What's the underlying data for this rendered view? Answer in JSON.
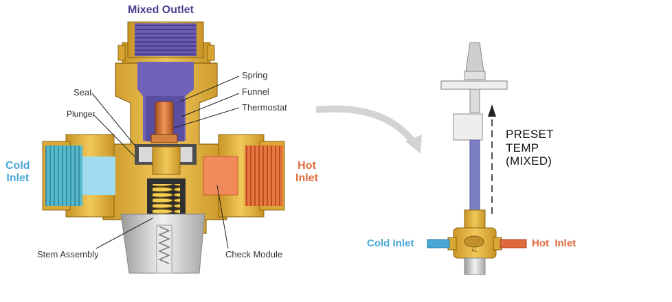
{
  "colors": {
    "brass": "#e4b43a",
    "brass_dark": "#b8861d",
    "cold": "#4aa8d8",
    "hot": "#e06a3a",
    "mixed": "#5d4fa3",
    "preset_arrow": "#222222"
  },
  "cutaway": {
    "title": "Mixed Outlet",
    "cold_inlet": "Cold\nInlet",
    "hot_inlet": "Hot\nInlet",
    "callouts": {
      "spring": "Spring",
      "funnel": "Funnel",
      "thermostat": "Thermostat",
      "seat": "Seat",
      "plunger": "Plunger",
      "stem_assembly": "Stem Assembly",
      "check_module": "Check Module"
    }
  },
  "installation": {
    "preset_label": "PRESET\nTEMP\n(MIXED)",
    "cold_inlet": "Cold Inlet",
    "hot_inlet": "Hot  Inlet",
    "valve_marking": "XL"
  }
}
